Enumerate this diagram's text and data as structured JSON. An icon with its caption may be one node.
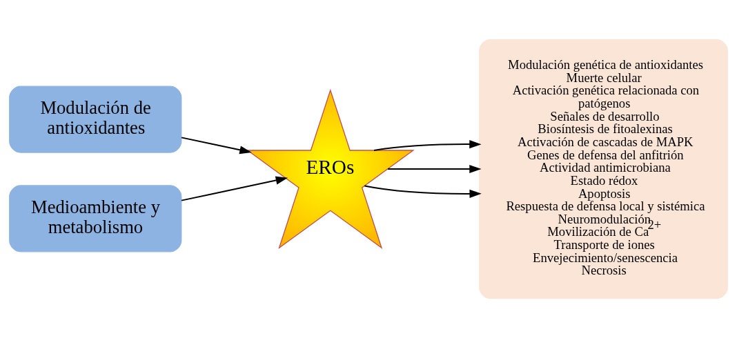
{
  "diagram": {
    "nodes": [
      {
        "text": [
          "Modulación de antioxidantes"
        ]
      },
      {
        "text": [
          "Medioambiente y metabolismo"
        ]
      },
      {
        "text": [
          "EROs"
        ]
      },
      {
        "text": [
          "Modulación genética de antioxidantes",
          "Muerte celular",
          "Activación genética relacionada con patógenos",
          "Señales de desarrollo",
          "Biosíntesis de fitoalexinas",
          "Activación de cascadas de MAPK",
          "Genes de defensa del anfitrión",
          "Actividad antimicrobiana",
          "Estado rédox",
          "Apoptosis",
          "Respuesta de defensa local y sistémica",
          "Neuromodulación",
          "Movilización de Ca$^{2+}$",
          "Transporte de iones",
          "Envejecimiento/senescencia",
          "Necrosis"
        ]
      }
    ],
    "edges": [
      {
        "from": 0,
        "to": 2,
        "arrow": "to"
      },
      {
        "from": 1,
        "to": 2,
        "arrow": "to"
      },
      {
        "from": 2,
        "to": 3,
        "arrow": "to"
      },
      {
        "from": 2,
        "to": 3,
        "arrow": "to"
      },
      {
        "from": 2,
        "to": 3,
        "arrow": "to"
      }
    ]
  }
}
